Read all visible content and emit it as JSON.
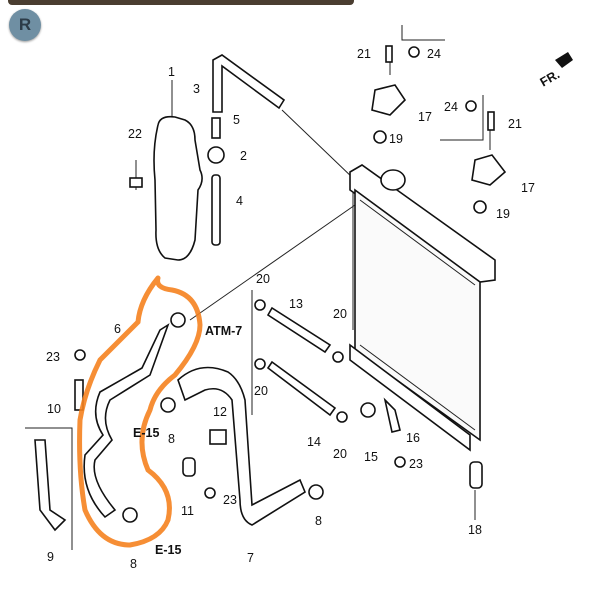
{
  "header": {
    "badge_letter": "R"
  },
  "diagram": {
    "direction_label": "FR.",
    "highlight_color": "#f5821f",
    "labels": [
      "1",
      "3",
      "5",
      "2",
      "4",
      "22",
      "21",
      "24",
      "17",
      "19",
      "24",
      "21",
      "17",
      "19",
      "20",
      "13",
      "20",
      "ATM-7",
      "6",
      "23",
      "10",
      "E-15",
      "8",
      "12",
      "20",
      "14",
      "20",
      "15",
      "16",
      "23",
      "11",
      "23",
      "9",
      "8",
      "E-15",
      "7",
      "8",
      "18"
    ]
  }
}
